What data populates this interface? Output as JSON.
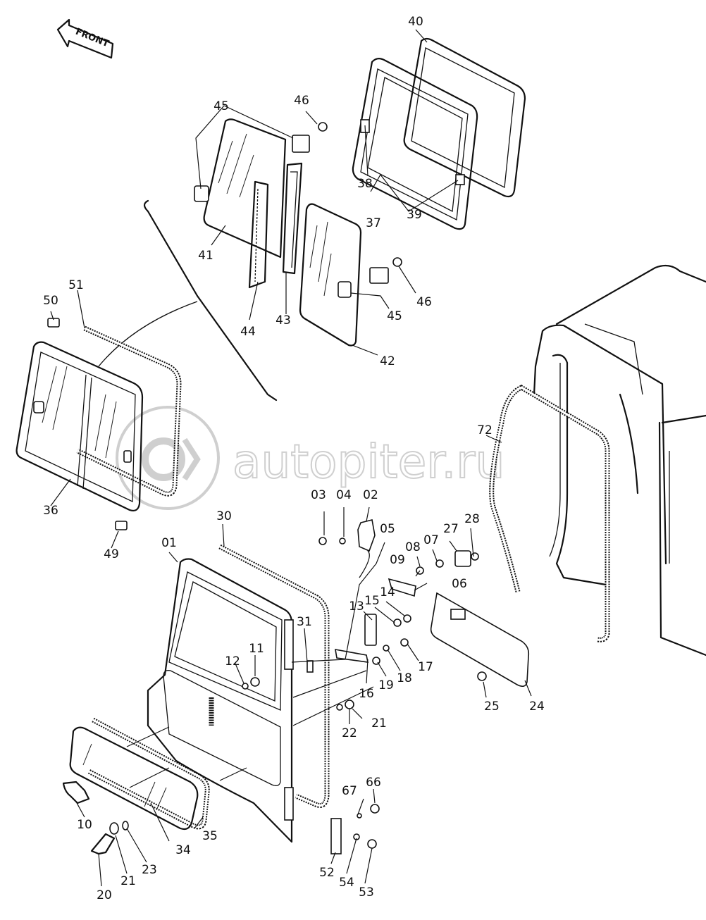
{
  "front_arrow": {
    "text": "FRONT"
  },
  "watermark": {
    "text": "autopiter.ru"
  },
  "labels": [
    "40",
    "45",
    "46",
    "38",
    "37",
    "39",
    "41",
    "44",
    "43",
    "42",
    "46",
    "45",
    "50",
    "51",
    "36",
    "49",
    "72",
    "30",
    "01",
    "03",
    "04",
    "02",
    "05",
    "27",
    "28",
    "08",
    "07",
    "09",
    "06",
    "13",
    "15",
    "14",
    "31",
    "11",
    "12",
    "16",
    "19",
    "18",
    "17",
    "25",
    "24",
    "21",
    "22",
    "10",
    "34",
    "35",
    "23",
    "21",
    "20",
    "67",
    "66",
    "52",
    "54",
    "53"
  ]
}
